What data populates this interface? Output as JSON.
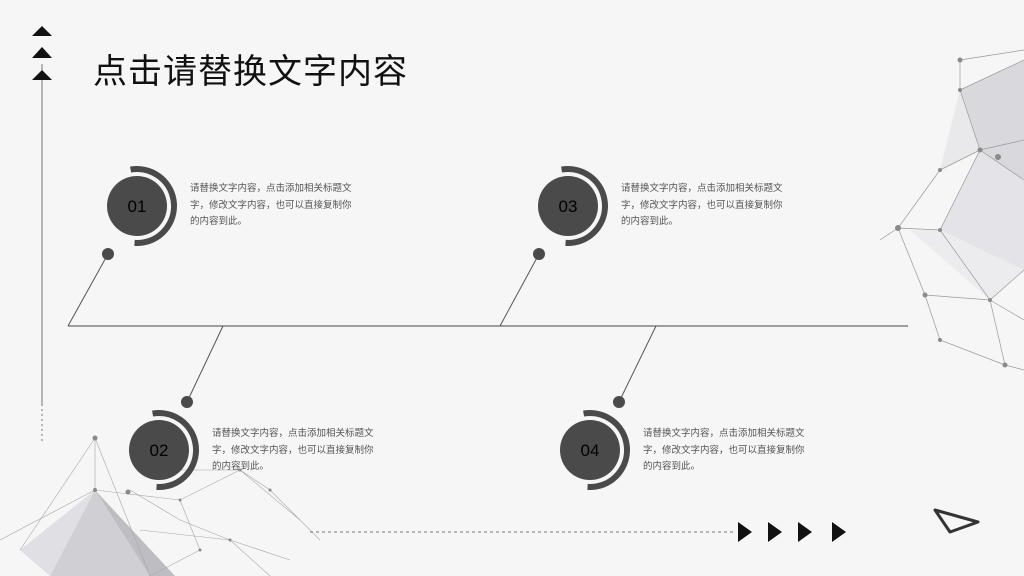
{
  "slide": {
    "title": "点击请替换文字内容"
  },
  "colors": {
    "background": "#f6f6f6",
    "accent": "#4a4a4a",
    "line": "#555555"
  },
  "steps": [
    {
      "number": "01",
      "text": "请替换文字内容，点击添加相关标题文字，修改文字内容，也可以直接复制你的内容到此。"
    },
    {
      "number": "02",
      "text": "请替换文字内容，点击添加相关标题文字，修改文字内容，也可以直接复制你的内容到此。"
    },
    {
      "number": "03",
      "text": "请替换文字内容，点击添加相关标题文字，修改文字内容，也可以直接复制你的内容到此。"
    },
    {
      "number": "04",
      "text": "请替换文字内容，点击添加相关标题文字，修改文字内容，也可以直接复制你的内容到此。"
    }
  ]
}
